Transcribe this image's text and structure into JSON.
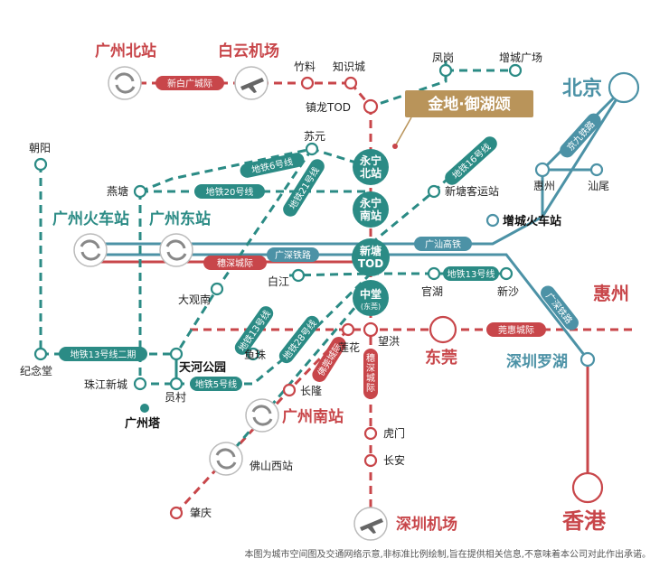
{
  "colors": {
    "red": "#c8464a",
    "teal": "#2b8b85",
    "blue": "#4c92a6",
    "gray": "#9aa3a8",
    "gold": "#b9945a"
  },
  "project_label": "金地·御湖颂",
  "hubs": {
    "yongning_north": "永宁\n北站",
    "yongning_south": "永宁\n南站",
    "xintang_tod": "新塘\nTOD",
    "zhongtang": "中堂",
    "zhongtang_sub": "(东莞)"
  },
  "city_labels": {
    "guangzhou_north": "广州北站",
    "baiyun_airport": "白云机场",
    "beijing": "北京",
    "guangzhou_railway": "广州火车站",
    "guangzhou_east": "广州东站",
    "huizhou": "惠州",
    "dongguan": "东莞",
    "shenzhen_luohu": "深圳罗湖",
    "guangzhou_south": "广州南站",
    "shenzhen_airport": "深圳机场",
    "hongkong": "香港"
  },
  "stations": {
    "zhuliao": "竹料",
    "zhishicheng": "知识城",
    "fenggang": "凤岗",
    "zengcheng_square": "增城广场",
    "zhenlong_tod": "镇龙TOD",
    "suyuan": "苏元",
    "chaoyang": "朝阳",
    "yantang": "燕塘",
    "xintang_bus": "新塘客运站",
    "huizhou_st": "惠州",
    "shanwei": "汕尾",
    "zengcheng_rail": "增城火车站",
    "baijiang": "白江",
    "daguannan": "大观南",
    "guanhu": "官湖",
    "xinsha": "新沙",
    "jiniantang": "纪念堂",
    "tianhe_park": "天河公园",
    "zhujiang_newtown": "珠江新城",
    "yuancun": "员村",
    "yuzhu": "鱼珠",
    "lianhua": "莲花",
    "wanghong": "望洪",
    "canton_tower": "广州塔",
    "changlong": "长隆",
    "humen": "虎门",
    "foshan_west": "佛山西站",
    "chang_an": "长安",
    "zhaoqing": "肇庆"
  },
  "line_labels": {
    "xinbai": "新白广城际",
    "line6": "地铁6号线",
    "line20": "地铁20号线",
    "line21": "地铁21号线",
    "line16": "地铁16号线",
    "jingjiu": "京九铁路",
    "guangshan": "广汕高铁",
    "guangshen": "广深铁路",
    "suishen": "穗深城际",
    "line13": "地铁13号线",
    "guangshen_rail": "广深铁路",
    "guanhui": "莞惠城际",
    "line13_phase2": "地铁13号线二期",
    "line5": "地铁5号线",
    "line13b": "地铁13号线",
    "line28": "地铁28号线",
    "foguan": "佛莞城际",
    "suishen_v": "穗深城际"
  },
  "disclaimer": "本图为城市空间图及交通网络示意,非标准比例绘制,旨在提供相关信息,不意味着本公司对此作出承诺。"
}
